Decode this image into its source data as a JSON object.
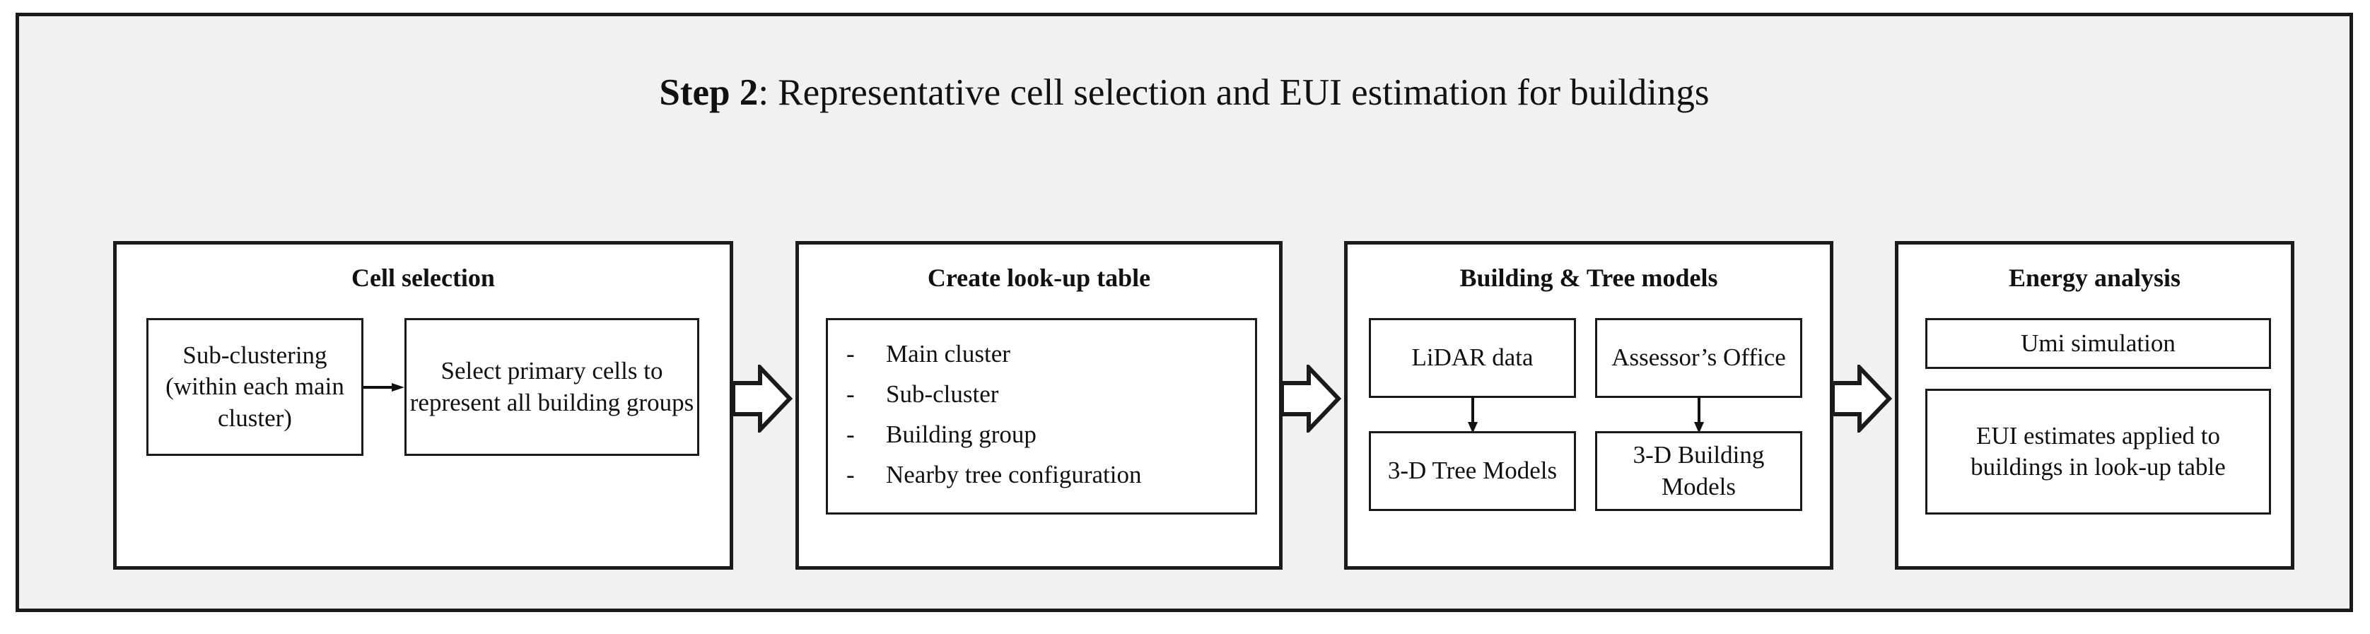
{
  "figure": {
    "title_prefix": "Step 2",
    "title_rest": ": Representative cell selection and EUI estimation for buildings",
    "background_color": "#f1f1f1",
    "border_color": "#1a1a1a",
    "box_fill": "#ffffff"
  },
  "stages": {
    "cell_selection": {
      "header": "Cell selection",
      "boxes": {
        "sub_clustering": "Sub-clustering (within each main cluster)",
        "select_primary": "Select primary cells to represent all building groups"
      },
      "connector": "arrow-right"
    },
    "lookup_table": {
      "header": "Create look-up table",
      "bullet_marker": "-",
      "items": [
        "Main cluster",
        "Sub-cluster",
        "Building group",
        "Nearby tree configuration"
      ]
    },
    "models": {
      "header": "Building & Tree models",
      "boxes": {
        "lidar_data": "LiDAR data",
        "assessor_office": "Assessor’s Office",
        "tree_models": "3-D Tree Models",
        "building_models": "3-D Building Models"
      },
      "connectors": [
        "arrow-down",
        "arrow-down"
      ]
    },
    "energy_analysis": {
      "header": "Energy analysis",
      "boxes": {
        "umi_simulation": "Umi simulation",
        "eui_estimates": "EUI estimates applied to buildings in look-up table"
      }
    }
  },
  "flow_connectors": [
    "block-chevron-right",
    "block-chevron-right",
    "block-chevron-right"
  ]
}
